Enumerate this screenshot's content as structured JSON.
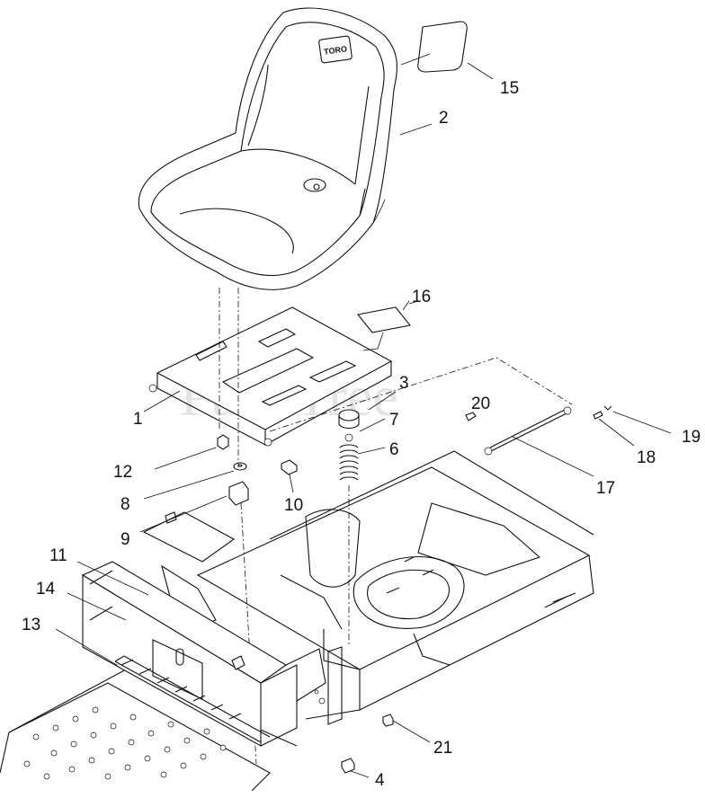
{
  "watermark": "PartsTree",
  "seat_brand": "TORO",
  "callouts": {
    "c1": "1",
    "c2": "2",
    "c3": "3",
    "c4": "4",
    "c6": "6",
    "c7": "7",
    "c8": "8",
    "c9": "9",
    "c10": "10",
    "c11": "11",
    "c12": "12",
    "c13": "13",
    "c14": "14",
    "c15": "15",
    "c16": "16",
    "c17": "17",
    "c18": "18",
    "c19": "19",
    "c20": "20",
    "c21": "21"
  }
}
